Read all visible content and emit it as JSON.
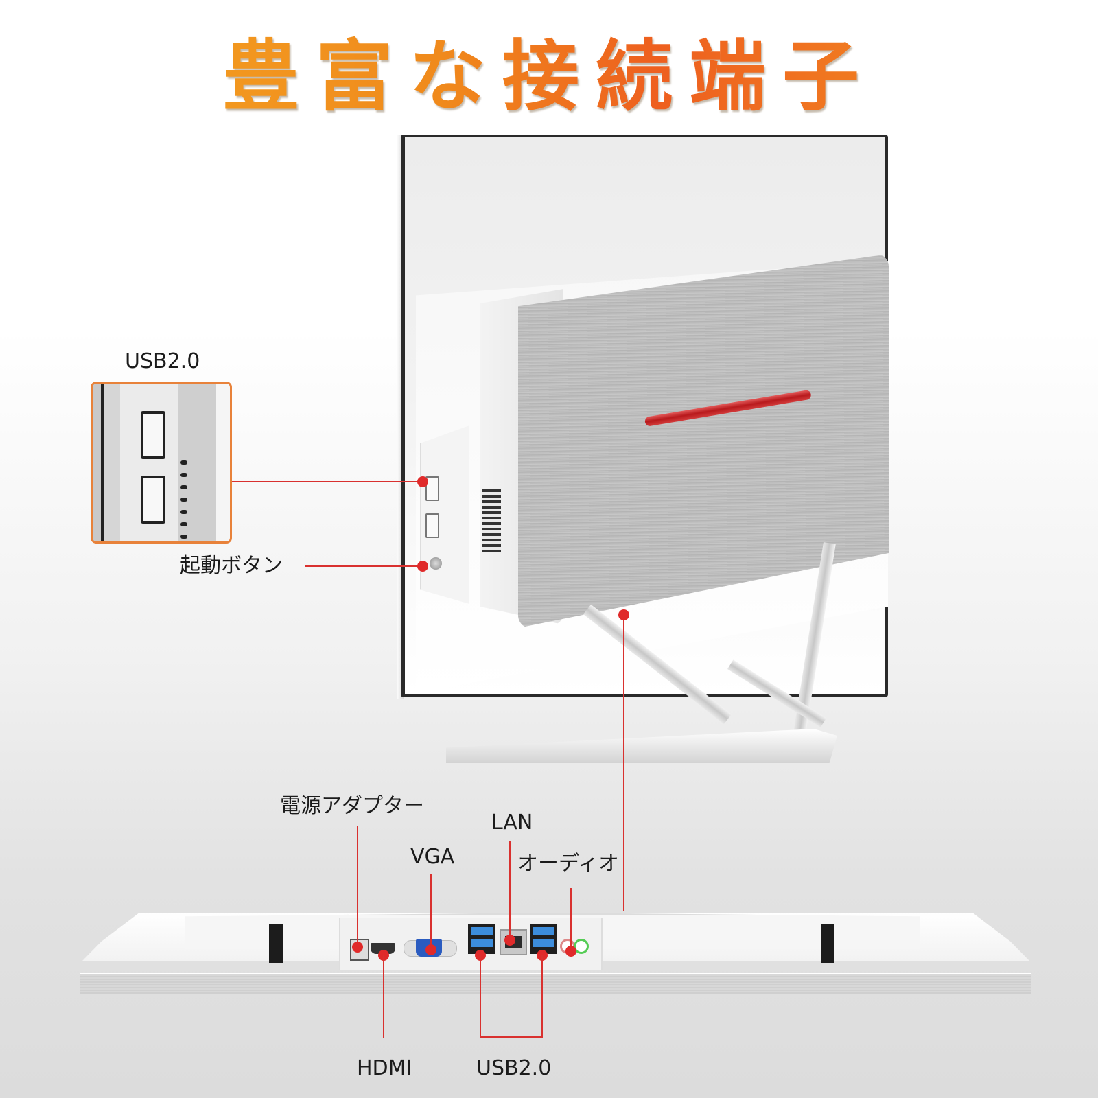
{
  "header": {
    "title": "豊富な接続端子",
    "title_colors": [
      "#f4a623",
      "#ee5f1f",
      "#f39a22"
    ]
  },
  "side_callouts": {
    "usb_inset_label": "USB2.0",
    "power_button_label": "起動ボタン"
  },
  "bottom_callouts": {
    "power_adapter": "電源アダプター",
    "vga": "VGA",
    "lan": "LAN",
    "audio": "オーディオ",
    "hdmi": "HDMI",
    "usb": "USB2.0"
  },
  "colors": {
    "callout_line": "#d9312f",
    "inset_border": "#e8823a",
    "accent_bar": "#b8191c"
  }
}
